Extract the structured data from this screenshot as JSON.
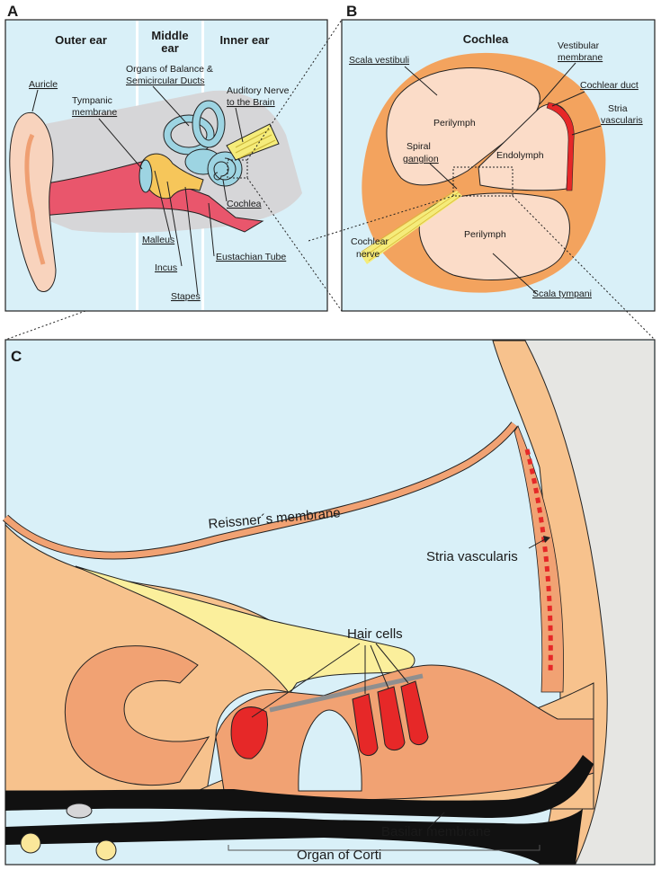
{
  "panels": {
    "a": {
      "letter": "A",
      "headers": {
        "outer": "Outer ear",
        "middle_1": "Middle",
        "middle_2": "ear",
        "inner": "Inner ear"
      },
      "labels": {
        "auricle": "Auricle",
        "tympanic_1": "Tympanic",
        "tympanic_2": "membrane",
        "organs_1": "Organs of Balance &",
        "organs_2": "Semicircular Ducts",
        "auditory_1": "Auditory Nerve",
        "auditory_2": "to the Brain",
        "cochlea": "Cochlea",
        "malleus": "Malleus",
        "incus": "Incus",
        "stapes": "Stapes",
        "eustachian": "Eustachian Tube"
      }
    },
    "b": {
      "letter": "B",
      "title": "Cochlea",
      "labels": {
        "scala_vestibuli": "Scala vestibuli",
        "perilymph_top": "Perilymph",
        "vestibular_1": "Vestibular",
        "vestibular_2": "membrane",
        "cochlear_duct": "Cochlear duct",
        "stria_1": "Stria",
        "stria_2": "vascularis",
        "spiral_1": "Spiral",
        "spiral_2": "ganglion",
        "endolymph": "Endolymph",
        "perilymph_bottom": "Perilymph",
        "nerve_1": "Cochlear",
        "nerve_2": "nerve",
        "scala_tympani": "Scala tympani"
      }
    },
    "c": {
      "letter": "C",
      "labels": {
        "reissner": "Reissner´s membrane",
        "stria": "Stria vascularis",
        "hair_cells": "Hair cells",
        "basilar": "Basilar membrane",
        "corti": "Organ of Corti"
      }
    }
  },
  "colors": {
    "fluid": "#d9f0f8",
    "tissue": "#f7c28d",
    "cell": "#f1a273",
    "hair_cell": "#e62828",
    "tectorial": "#fbef9c",
    "labyrinth": "#9dd4e2",
    "canal": "#e9566c",
    "bone_gray": "#d6d6d8",
    "orange_bone": "#f3a35e",
    "chamber": "#fbdcc8",
    "nerve_black": "#111111"
  }
}
